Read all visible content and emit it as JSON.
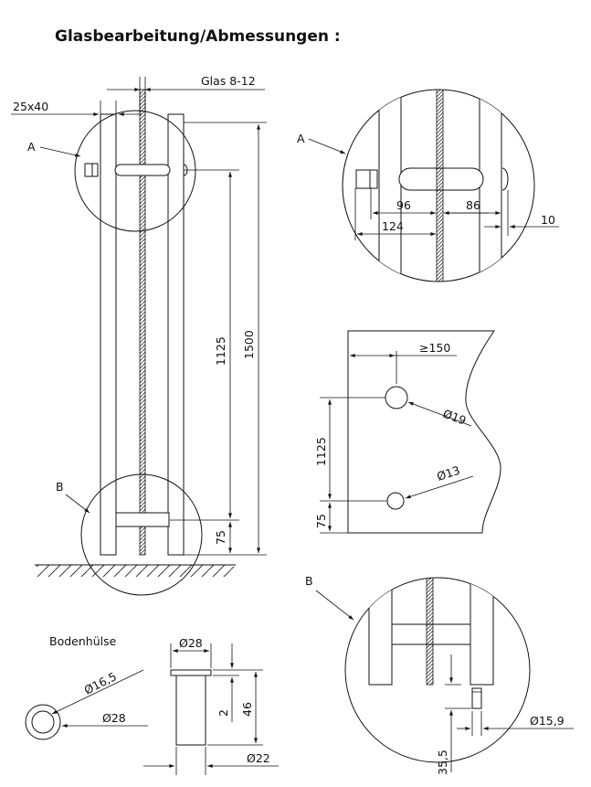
{
  "title": "Glasbearbeitung/Abmessungen :",
  "labels": {
    "glas": "Glas 8-12",
    "profile": "25x40",
    "detail_a": "A",
    "detail_b": "B",
    "bodenhuelse": "Bodenhülse"
  },
  "dims": {
    "d1500": "1500",
    "d1125": "1125",
    "d75": "75",
    "a96": "96",
    "a86": "86",
    "a124": "124",
    "a10": "10",
    "g150": "≥150",
    "g19": "Ø19",
    "g1125": "1125",
    "g13": "Ø13",
    "g75": "75",
    "b159": "Ø15,9",
    "b355": "35,5",
    "s165": "Ø16,5",
    "s28a": "Ø28",
    "s28b": "Ø28",
    "s2": "2",
    "s46": "46",
    "s22": "Ø22"
  }
}
